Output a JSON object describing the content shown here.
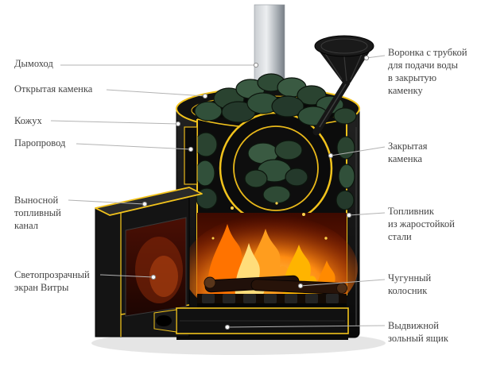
{
  "labels": {
    "left": [
      {
        "id": "dymohod",
        "text": "Дымоход"
      },
      {
        "id": "otkrytaya-kamenka",
        "text": "Открытая каменка"
      },
      {
        "id": "kozhuh",
        "text": "Кожух"
      },
      {
        "id": "paroprovod",
        "text": "Паропровод"
      },
      {
        "id": "vynosnoy-kanal",
        "text": "Выносной\nтопливный\nканал"
      },
      {
        "id": "vitra-screen",
        "text": "Светопрозрачный\nэкран Витры"
      }
    ],
    "right": [
      {
        "id": "voronka",
        "text": "Воронка с трубкой\nдля подачи воды\nв закрытую\nкаменку"
      },
      {
        "id": "zakrytaya-kamenka",
        "text": "Закрытая\nкаменка"
      },
      {
        "id": "toplivnik",
        "text": "Топливник\nиз жаростойкой\nстали"
      },
      {
        "id": "chugunny-kolosnik",
        "text": "Чугунный\nколосник"
      },
      {
        "id": "zolny-yaschik",
        "text": "Выдвижной\nзольный ящик"
      }
    ]
  },
  "illustration": {
    "parts": [
      "chimney-pipe",
      "water-funnel",
      "funnel-tube",
      "open-stones-top",
      "closed-kamenka-ring",
      "stones",
      "steam-duct",
      "firebox",
      "flames",
      "logs",
      "cast-iron-grate",
      "ash-drawer",
      "fuel-channel",
      "vitra-screen-window",
      "body-casing"
    ]
  },
  "colors": {
    "accent_yellow": "#f2c31c",
    "stone_green": "#31503a",
    "fire_orange": "#ff7300",
    "leader_line": "#b3b3b3",
    "label_text": "#424242",
    "background": "#ffffff"
  }
}
